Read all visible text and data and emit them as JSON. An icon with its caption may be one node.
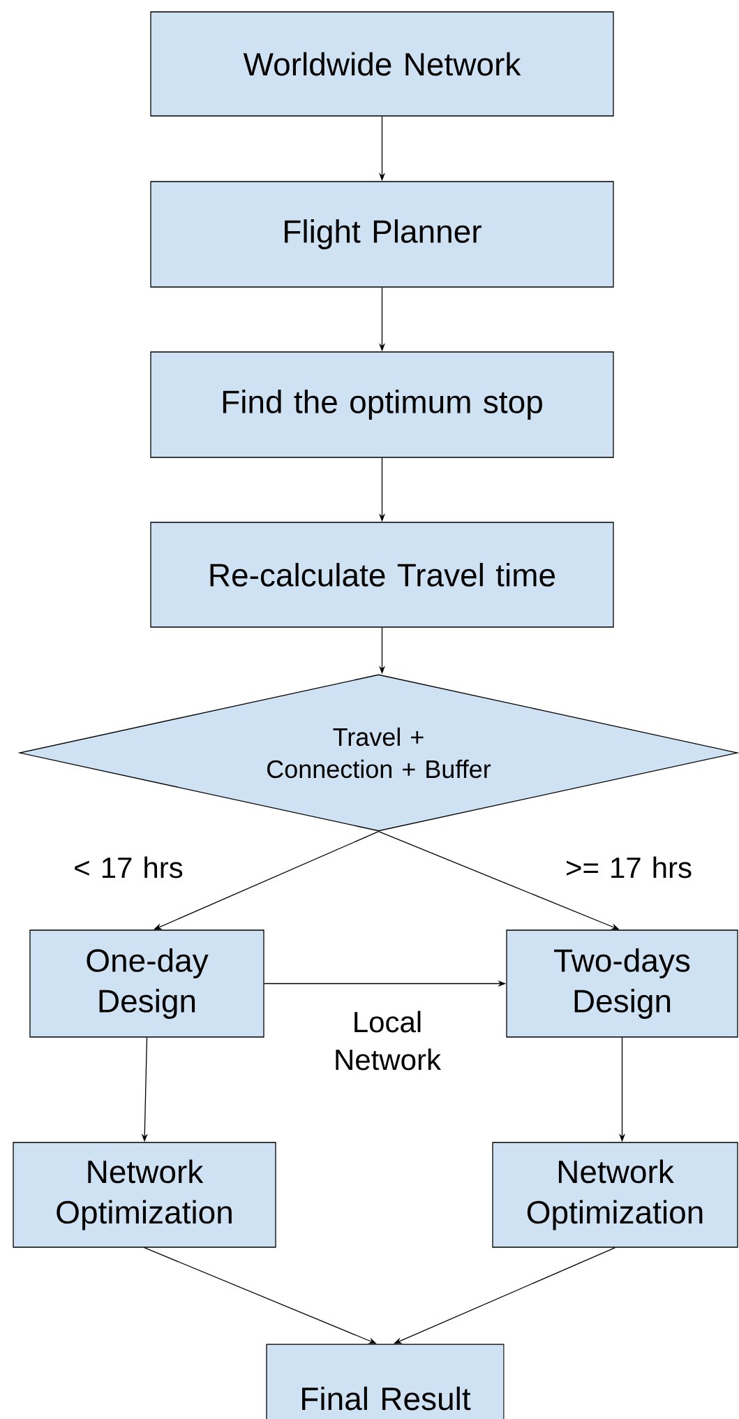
{
  "diagram": {
    "nodes": [
      {
        "text": [
          "Worldwide Network"
        ]
      },
      {
        "text": [
          "Flight Planner"
        ]
      },
      {
        "text": [
          "Find the optimum stop"
        ]
      },
      {
        "text": [
          "Re-calculate Travel time"
        ]
      },
      {
        "text": [
          "Travel + Connection + Buffer"
        ]
      },
      {
        "text": [
          "One-day Design"
        ]
      },
      {
        "text": [
          "Two-days Design"
        ]
      },
      {
        "text": [
          "Network Optimization"
        ]
      },
      {
        "text": [
          "Network Optimization"
        ]
      },
      {
        "text": [
          "Final Result"
        ]
      }
    ],
    "edges": [
      {
        "from": 0,
        "to": 1,
        "arrow": "to"
      },
      {
        "from": 1,
        "to": 2,
        "arrow": "to"
      },
      {
        "from": 2,
        "to": 3,
        "arrow": "to"
      },
      {
        "from": 3,
        "to": 4,
        "arrow": "to"
      },
      {
        "from": 4,
        "to": 5,
        "arrow": "to",
        "label": "< 17 hrs"
      },
      {
        "from": 4,
        "to": 6,
        "arrow": "to",
        "label": ">= 17 hrs"
      },
      {
        "from": 5,
        "to": 6,
        "arrow": "to",
        "label": "Local Network"
      },
      {
        "from": 5,
        "to": 7,
        "arrow": "to"
      },
      {
        "from": 6,
        "to": 8,
        "arrow": "to"
      },
      {
        "from": 7,
        "to": 9,
        "arrow": "to"
      },
      {
        "from": 8,
        "to": 9,
        "arrow": "to"
      }
    ]
  }
}
